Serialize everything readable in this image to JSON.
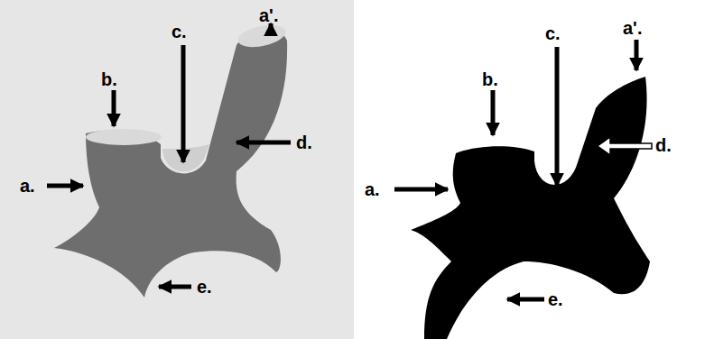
{
  "diagram": {
    "labels": [
      "a'.",
      "b.",
      "c.",
      "d.",
      "a.",
      "e.",
      "a'.",
      "b.",
      "c.",
      "d.",
      "a.",
      "e."
    ]
  }
}
